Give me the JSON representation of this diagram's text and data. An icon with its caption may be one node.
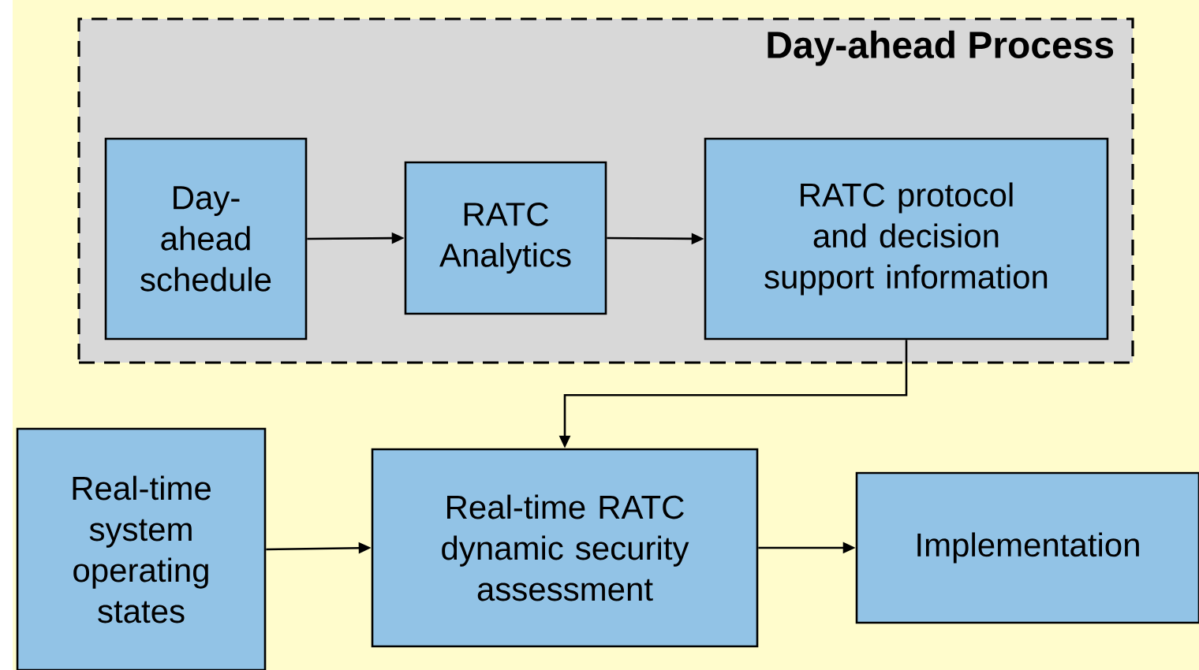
{
  "diagram": {
    "nodes": [
      {
        "text": [
          "Day-ahead Process"
        ]
      },
      {
        "text": [
          "Day-ahead schedule"
        ],
        "in": 0
      },
      {
        "text": [
          "RATC Analytics"
        ],
        "in": 0
      },
      {
        "text": [
          "RATC protocol and decision support information"
        ],
        "in": 0
      },
      {
        "text": [
          "Real-time system operating states"
        ]
      },
      {
        "text": [
          "Real-time RATC dynamic security assessment"
        ]
      },
      {
        "text": [
          "Implementation"
        ]
      }
    ],
    "edges": [
      {
        "from": 1,
        "to": 2,
        "arrow": "to"
      },
      {
        "from": 2,
        "to": 3,
        "arrow": "to"
      },
      {
        "from": 3,
        "to": 5,
        "arrow": "to"
      },
      {
        "from": 4,
        "to": 5,
        "arrow": "to"
      },
      {
        "from": 5,
        "to": 6,
        "arrow": "to"
      }
    ]
  }
}
